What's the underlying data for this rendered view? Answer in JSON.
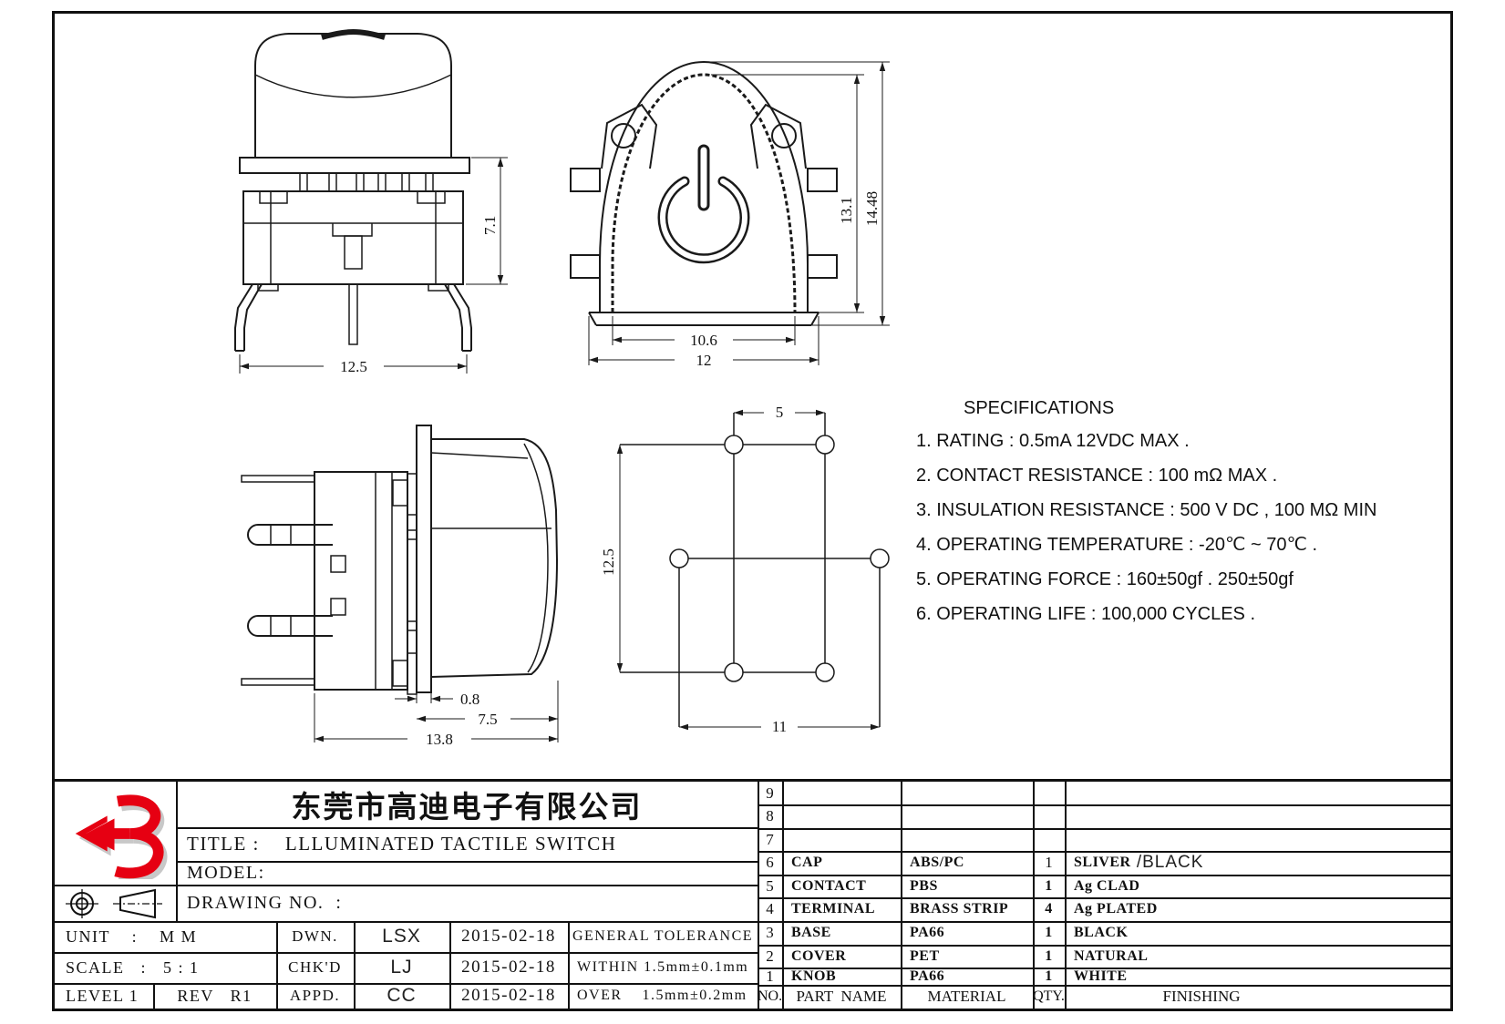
{
  "sheet": {
    "bg": "#ffffff",
    "line_color": "#1a1a1a",
    "accent_red": "#e60012"
  },
  "views": {
    "front": {
      "dim_height": "7.1",
      "dim_width": "12.5"
    },
    "top": {
      "dim_inner_height": "13.1",
      "dim_outer_height": "14.48",
      "dim_inner_width": "10.6",
      "dim_outer_width": "12"
    },
    "side": {
      "dim_flange_thickness": "0.8",
      "dim_cap_depth": "7.5",
      "dim_overall": "13.8"
    },
    "pcb": {
      "dim_hole_pitch_x": "5",
      "dim_hole_pitch_y": "12.5",
      "dim_outer_pitch": "11"
    }
  },
  "specifications": {
    "title": "SPECIFICATIONS",
    "items": [
      "1. RATING : 0.5mA 12VDC MAX .",
      "2. CONTACT RESISTANCE : 100 mΩ MAX .",
      "3. INSULATION RESISTANCE : 500 V DC , 100 MΩ MIN",
      "4. OPERATING TEMPERATURE : -20℃ ~ 70℃ .",
      "5. OPERATING FORCE : 160±50gf . 250±50gf",
      "6. OPERATING LIFE : 100,000 CYCLES ."
    ]
  },
  "title_block": {
    "company": "东莞市高迪电子有限公司",
    "title_label": "TITLE :",
    "title_value": "LLLUMINATED TACTILE SWITCH",
    "model_label": "MODEL:",
    "drawing_no_label": "DRAWING NO.  :",
    "unit": "UNIT    :    M M",
    "scale": "SCALE   :   5 : 1",
    "level": "LEVEL 1",
    "rev": "REV   R1",
    "approvals": [
      {
        "role": "DWN.",
        "name": "LSX",
        "date": "2015-02-18"
      },
      {
        "role": "CHK'D",
        "name": "LJ",
        "date": "2015-02-18"
      },
      {
        "role": "APPD.",
        "name": "CC",
        "date": "2015-02-18"
      }
    ],
    "tolerance": {
      "title": "GENERAL TOLERANCE",
      "within": "WITHIN 1.5mm±0.1mm",
      "over": "OVER    1.5mm±0.2mm"
    }
  },
  "bom": {
    "headers": {
      "no": "NO.",
      "part": "PART  NAME",
      "material": "MATERIAL",
      "qty": "QTY.",
      "finishing": "FINISHING"
    },
    "rows": [
      {
        "no": "9",
        "part": "",
        "material": "",
        "qty": "",
        "finishing": "",
        "finishing_alt": ""
      },
      {
        "no": "8",
        "part": "",
        "material": "",
        "qty": "",
        "finishing": "",
        "finishing_alt": ""
      },
      {
        "no": "7",
        "part": "",
        "material": "",
        "qty": "",
        "finishing": "",
        "finishing_alt": ""
      },
      {
        "no": "6",
        "part": "CAP",
        "material": "ABS/PC",
        "qty": "1",
        "finishing": "SLIVER",
        "finishing_alt": " /BLACK"
      },
      {
        "no": "5",
        "part": "CONTACT",
        "material": "PBS",
        "qty": "1",
        "finishing": "Ag CLAD",
        "finishing_alt": ""
      },
      {
        "no": "4",
        "part": "TERMINAL",
        "material": "BRASS STRIP",
        "qty": "4",
        "finishing": "Ag PLATED",
        "finishing_alt": ""
      },
      {
        "no": "3",
        "part": "BASE",
        "material": "PA66",
        "qty": "1",
        "finishing": "BLACK",
        "finishing_alt": ""
      },
      {
        "no": "2",
        "part": "COVER",
        "material": "PET",
        "qty": "1",
        "finishing": "NATURAL",
        "finishing_alt": ""
      },
      {
        "no": "1",
        "part": "KNOB",
        "material": "PA66",
        "qty": "1",
        "finishing": "WHITE",
        "finishing_alt": ""
      }
    ]
  }
}
